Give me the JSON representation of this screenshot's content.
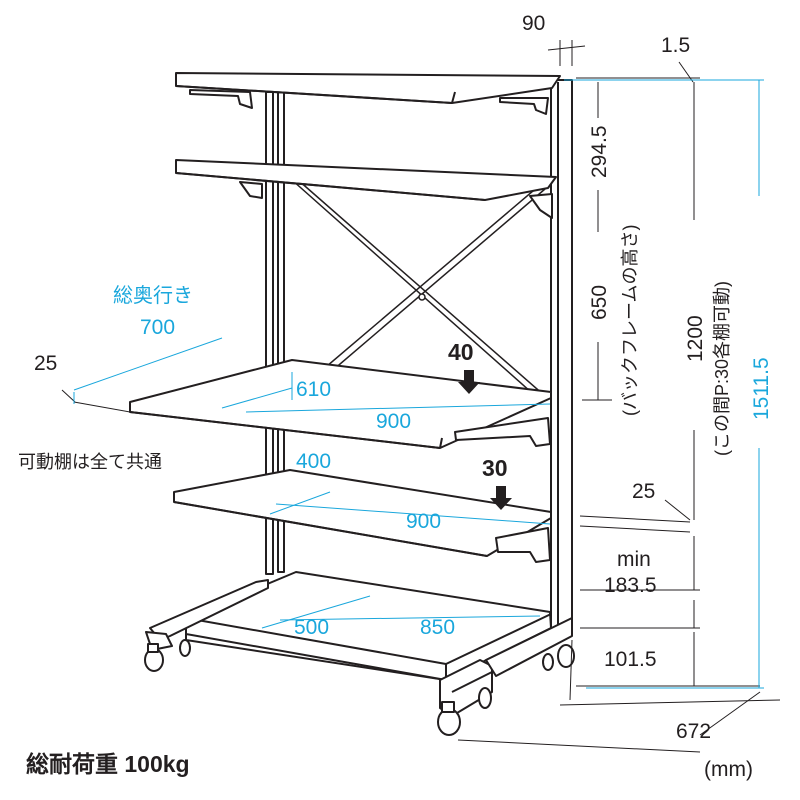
{
  "colors": {
    "line": "#231f20",
    "accent": "#1aa7dc",
    "background": "#ffffff"
  },
  "dims": {
    "d_90": "90",
    "d_1_5": "1.5",
    "d_294_5": "294.5",
    "d_650": "650",
    "back_frame_height": "(バックフレームの高さ)",
    "d_1200": "1200",
    "shelf_pitch": "(この間P:30各棚可動)",
    "d_1511_5": "1511.5",
    "d_25_right": "25",
    "min_label": "min",
    "d_183_5": "183.5",
    "d_101_5": "101.5",
    "d_672": "672",
    "unit": "(mm)"
  },
  "labels": {
    "total_depth_title": "総奥行き",
    "total_depth_value": "700",
    "d_25_left": "25",
    "movable_shelves_common": "可動棚は全て共通",
    "upper_shelf_depth": "610",
    "upper_shelf_width": "900",
    "upper_load": "40",
    "middle_shelf_depth": "400",
    "middle_shelf_width": "900",
    "middle_load": "30",
    "bottom_shelf_depth": "500",
    "bottom_shelf_width": "850",
    "total_load": "総耐荷重 100kg"
  }
}
